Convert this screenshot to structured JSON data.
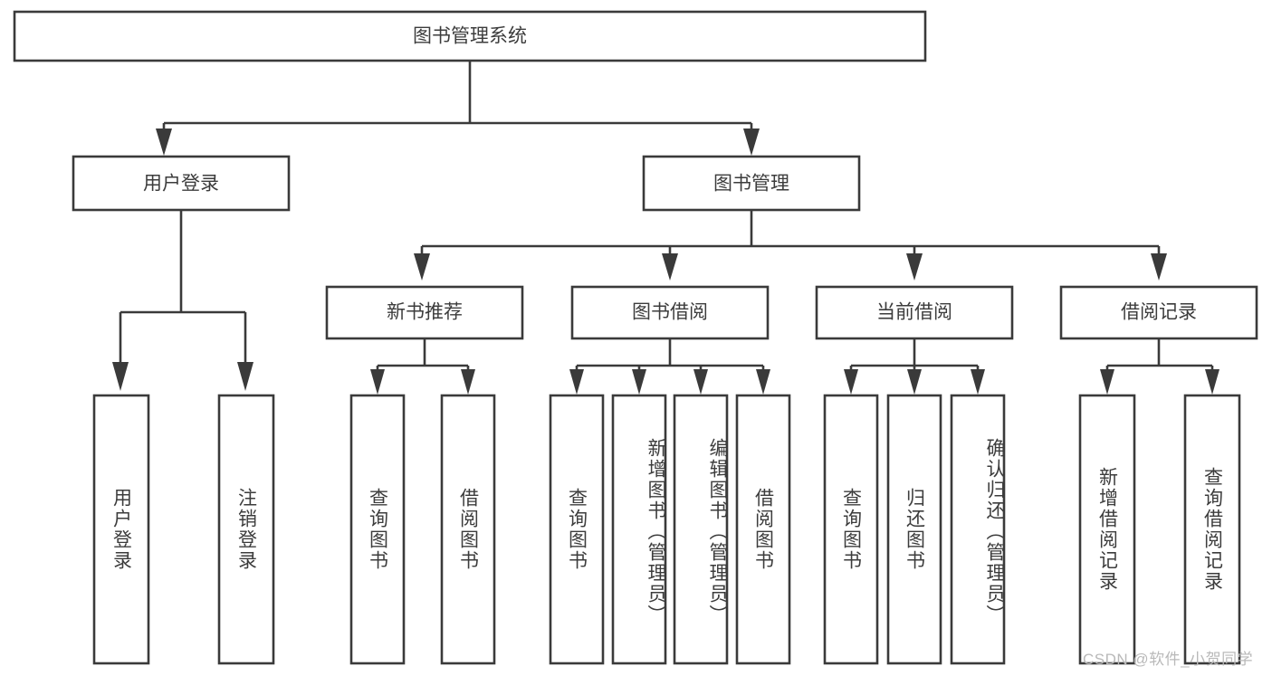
{
  "diagram": {
    "title_node": {
      "label": "图书管理系统"
    },
    "level1": [
      {
        "id": "user-login",
        "label": "用户登录"
      },
      {
        "id": "book-manage",
        "label": "图书管理"
      }
    ],
    "level2": [
      {
        "id": "new-book-recommend",
        "label": "新书推荐"
      },
      {
        "id": "book-borrow",
        "label": "图书借阅"
      },
      {
        "id": "current-borrow",
        "label": "当前借阅"
      },
      {
        "id": "borrow-record",
        "label": "借阅记录"
      }
    ],
    "leaves": {
      "user_login": [
        {
          "id": "leaf-user-login",
          "label": "用户登录"
        },
        {
          "id": "leaf-logout-login",
          "label": "注销登录"
        }
      ],
      "new_book_recommend": [
        {
          "id": "leaf-query-book-1",
          "label": "查询图书"
        },
        {
          "id": "leaf-borrow-book-1",
          "label": "借阅图书"
        }
      ],
      "book_borrow": [
        {
          "id": "leaf-query-book-2",
          "label": "查询图书"
        },
        {
          "id": "leaf-add-book",
          "label": "新增图书（管理员）"
        },
        {
          "id": "leaf-edit-book",
          "label": "编辑图书（管理员）"
        },
        {
          "id": "leaf-borrow-book-2",
          "label": "借阅图书"
        }
      ],
      "current_borrow": [
        {
          "id": "leaf-query-book-3",
          "label": "查询图书"
        },
        {
          "id": "leaf-return-book",
          "label": "归还图书"
        },
        {
          "id": "leaf-confirm-return",
          "label": "确认归还（管理员）"
        }
      ],
      "borrow_record": [
        {
          "id": "leaf-add-record",
          "label": "新增借阅记录"
        },
        {
          "id": "leaf-query-record",
          "label": "查询借阅记录"
        }
      ]
    },
    "watermark": "CSDN @软件_小贺同学",
    "colors": {
      "stroke": "#3a3a3a",
      "text": "#3c3c3c",
      "background": "#ffffff",
      "watermark": "#b9b9b9"
    }
  }
}
